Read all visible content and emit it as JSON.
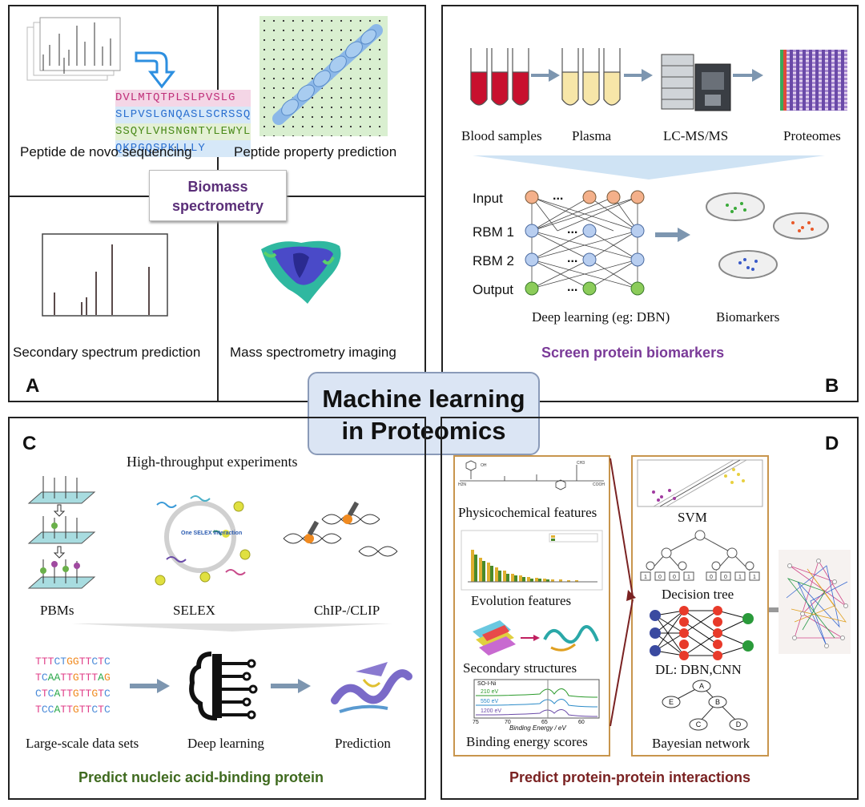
{
  "center_title": {
    "line1": "Machine learning",
    "line2": "in Proteomics"
  },
  "panel_a": {
    "letter": "A",
    "center_label": {
      "line1": "Biomass",
      "line2": "spectrometry"
    },
    "cells": [
      {
        "label": "Peptide de novo sequencing"
      },
      {
        "label": "Peptide property prediction"
      },
      {
        "label": "Secondary spectrum prediction"
      },
      {
        "label": "Mass spectrometry imaging"
      }
    ],
    "sequences": [
      "DVLMTQTPLSLPVSLG",
      "SLPVSLGNQASLSCRSSQ",
      "SSQYLVHSNGNTYLEWYL",
      "QKPGQSPKLLLY"
    ]
  },
  "panel_b": {
    "letter": "B",
    "pipeline": [
      "Blood samples",
      "Plasma",
      "LC-MS/MS",
      "Proteomes"
    ],
    "layers": [
      "Input",
      "RBM 1",
      "RBM 2",
      "Output"
    ],
    "dots": "...",
    "dl_label": "Deep learning (eg: DBN)",
    "biomarkers_label": "Biomarkers",
    "caption": "Screen protein biomarkers"
  },
  "panel_c": {
    "letter": "C",
    "heading": "High-throughput experiments",
    "methods": [
      "PBMs",
      "SELEX",
      "ChIP-/CLIP"
    ],
    "selex_center": "One SELEX interaction",
    "sequences": [
      {
        "text": "TTTCTGGTTCTC",
        "colors": [
          "#e0408a",
          "#e0408a",
          "#e0408a",
          "#4a8ad8",
          "#4a8ad8",
          "#f08a20",
          "#f08a20",
          "#e0408a",
          "#e0408a",
          "#4a8ad8",
          "#e0408a",
          "#4a8ad8"
        ]
      },
      {
        "text": "TCAATTGTTTAG",
        "colors": [
          "#e0408a",
          "#4a8ad8",
          "#2aa84a",
          "#2aa84a",
          "#e0408a",
          "#e0408a",
          "#f08a20",
          "#e0408a",
          "#e0408a",
          "#e0408a",
          "#2aa84a",
          "#f08a20"
        ]
      },
      {
        "text": "CTCATTGTTGTC",
        "colors": [
          "#4a8ad8",
          "#e0408a",
          "#4a8ad8",
          "#2aa84a",
          "#e0408a",
          "#e0408a",
          "#f08a20",
          "#e0408a",
          "#e0408a",
          "#f08a20",
          "#e0408a",
          "#4a8ad8"
        ]
      },
      {
        "text": "TCCATTGTTCTC",
        "colors": [
          "#e0408a",
          "#4a8ad8",
          "#4a8ad8",
          "#2aa84a",
          "#e0408a",
          "#e0408a",
          "#f08a20",
          "#e0408a",
          "#e0408a",
          "#4a8ad8",
          "#e0408a",
          "#4a8ad8"
        ]
      }
    ],
    "flow": [
      "Large-scale data sets",
      "Deep learning",
      "Prediction"
    ],
    "caption": "Predict nucleic acid-binding protein"
  },
  "panel_d": {
    "letter": "D",
    "features": [
      "Physicochemical features",
      "Evolution features",
      "Secondary structures",
      "Binding energy scores"
    ],
    "models": [
      "SVM",
      "Decision tree",
      "DL: DBN,CNN",
      "Bayesian network"
    ],
    "bayes_nodes": [
      "A",
      "E",
      "B",
      "C",
      "D"
    ],
    "tree_leaves": [
      "1",
      "0",
      "0",
      "1",
      "0",
      "0",
      "1",
      "1"
    ],
    "binding_energy": {
      "axis_label": "Binding Energy / eV",
      "ticks": [
        "75",
        "70",
        "65",
        "60"
      ],
      "traces": [
        "210 eV",
        "550 eV",
        "1200 eV"
      ],
      "formula": "SO-I-Ni"
    },
    "caption": "Predict protein-protein interactions"
  },
  "colors": {
    "purple": "#7a3a98",
    "green": "#3f6a1f",
    "maroon": "#7a2222",
    "center_fill": "#dbe5f4",
    "center_border": "#8a9ab8",
    "orange_border": "#c8954d",
    "arrow": "#7d96b0"
  }
}
